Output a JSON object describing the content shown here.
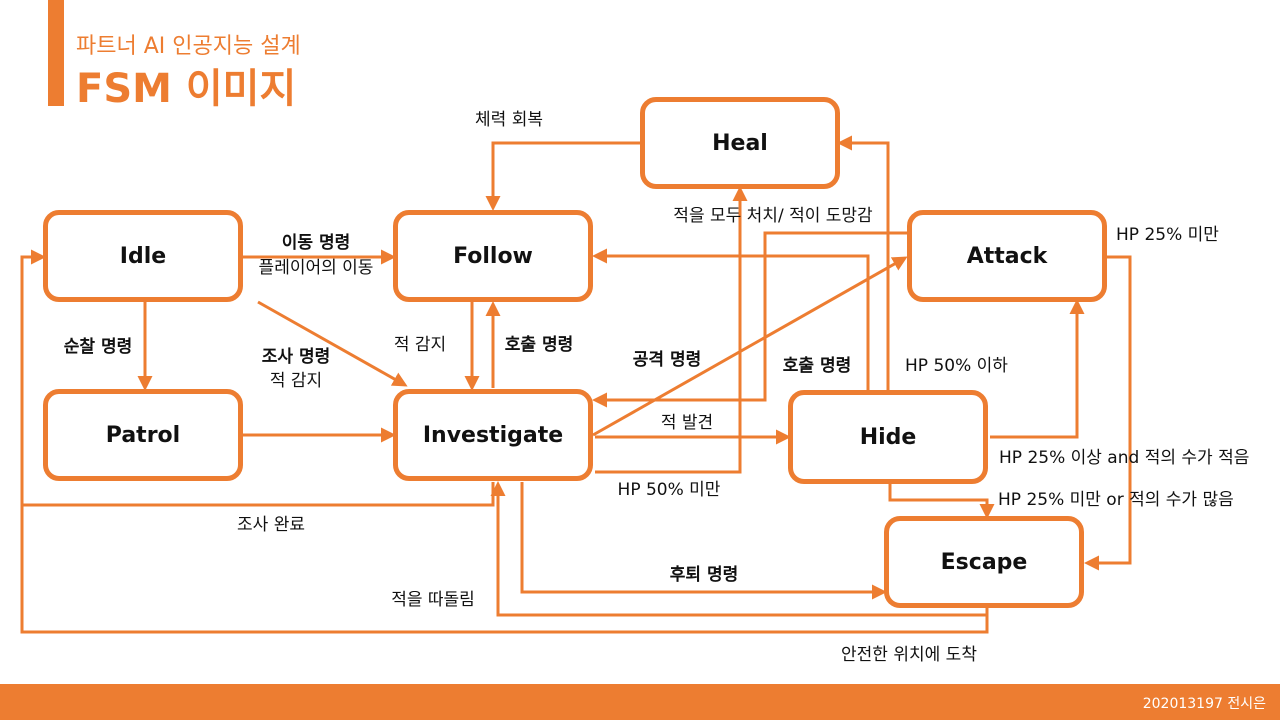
{
  "header": {
    "subtitle": "파트너 AI 인공지능 설계",
    "title": "FSM 이미지"
  },
  "states": {
    "heal": "Heal",
    "idle": "Idle",
    "follow": "Follow",
    "attack": "Attack",
    "patrol": "Patrol",
    "investigate": "Investigate",
    "hide": "Hide",
    "escape": "Escape"
  },
  "transitions": {
    "heal_to_follow": "체력 회복",
    "investigate_to_heal": "적을 모두 처치/ 적이 도망감",
    "attack_to_escape": "HP 25% 미만",
    "idle_to_follow_cmd": "이동 명령",
    "idle_to_follow_player": "플레이어의 이동",
    "idle_to_patrol": "순찰 명령",
    "idle_to_investigate_cmd": "조사 명령",
    "idle_to_investigate_enemy": "적 감지",
    "follow_to_investigate": "적 감지",
    "investigate_to_follow": "호출 명령",
    "investigate_to_attack": "공격 명령",
    "hide_to_follow": "호출 명령",
    "hide_to_heal": "HP 50% 이하",
    "investigate_to_hide": "적 발견",
    "hide_to_attack": "HP 25% 이상 and 적의 수가 적음",
    "investigate_hp_low": "HP 50% 미만",
    "hide_to_escape": "HP 25% 미만 or 적의 수가 많음",
    "investigate_to_idle": "조사 완료",
    "investigate_to_escape": "후퇴 명령",
    "escape_to_investigate": "적을 따돌림",
    "escape_to_idle": "안전한 위치에 도착"
  },
  "footer": {
    "author": "202013197 전시은"
  },
  "colors": {
    "accent": "#ED7D31"
  }
}
